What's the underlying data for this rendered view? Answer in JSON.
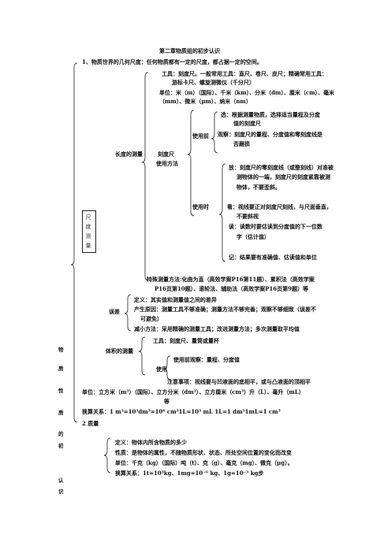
{
  "title": "第二章物质组的初步认识",
  "sec1": "1、物质世界的几何尺度：任何物质都有一定的尺度，都占据一定的空间。",
  "tools1": "工具：刻度尺。一般常用工具：直尺、卷尺、皮尺；精确常用工具：",
  "tools2": "游标卡尺、螺旋测微仪（千分尺）",
  "units1": "单位：米（m）（国际）、千米（km）、分米（dm）、厘米（cm）、毫米",
  "units2": "（mm）、微米（μm）、纳米（nm）",
  "choose1": "选：根据测量物质，选择适当量程及分度",
  "choose2": "值的刻度尺",
  "before_use": "使用前",
  "observe1": "观察：刻度尺的量程、分度值和零刻度线是",
  "observe2": "否磨损",
  "ruler": "刻度尺",
  "length_measure": "长度的测量",
  "method": "使用方法",
  "place1": "放：刻度尺的零刻度线（或整刻线）对准被",
  "place2": "测物体的一端，刻度尺的刻度紧靠被测",
  "place3": "物体，不要歪斜。",
  "during_use": "使用时",
  "look1": "看：视线要正对刻度尺刻线，与尺面垂直，",
  "look2": "不要斜视",
  "read1": "读：读数时要估读到分度值的下一位数",
  "read2": "字（估计值）",
  "record": "记：结果要有准确值、估读值和单位",
  "boxed": [
    "尺",
    "度",
    "测",
    "量"
  ],
  "special1": "特殊测量方法:化曲为直（高效学案P16第11题）、累积法（高效学案",
  "special2": "P16页第10题）、滚轮法、辅助法（高效学案P16页第9题）等",
  "error_def": "定义：其实值和测量值之间的差异",
  "error_label": "误差",
  "error_cause1": "产生原因：测量工具不够准确；测量方法不够完善；观察不够细致（误差不",
  "error_cause2": "可避免）",
  "error_reduce": "减小方法：采用精确的测量工具；改进测量方法；多次测量取平均值",
  "vol_tools": "工具：刻度尺、量筒或量杯",
  "vol_measure": "体积的测量",
  "vol_before": "使用前观察：量程、分度值",
  "vol_use": "使用",
  "vol_note": "注意事项：视线要与凹液面的底相平，或与凸液面的顶相平",
  "vol_units1": "单位：立方米（m³）（国际）、立方分米（dm³）、立方厘米（cm³）升（L）、毫升（mL）",
  "vol_units2": "等",
  "vol_convert": "换算关系：1 m³=10³dm³=10⁶ cm³1L=10³ mL 1L=1 dm³1mL=1 cm³",
  "side_vertical": [
    "物",
    "质",
    "性",
    "质",
    "的",
    "初",
    "认",
    "识"
  ],
  "sec2": "2 质量",
  "mass_def": "定义：物体内所含物质的多少",
  "mass_prop": "性质：是物体的属性，不随物质形状、状态、所处空间位置的变化而改变",
  "mass_units": "单位：千克（kg）（国际）吨（t）、克（g）、毫克（mg）、微克（μg）。",
  "mass_convert": "换算关系：1t=10³kg、1mg=10⁻⁶  kg、1g=10⁻³  kg步"
}
